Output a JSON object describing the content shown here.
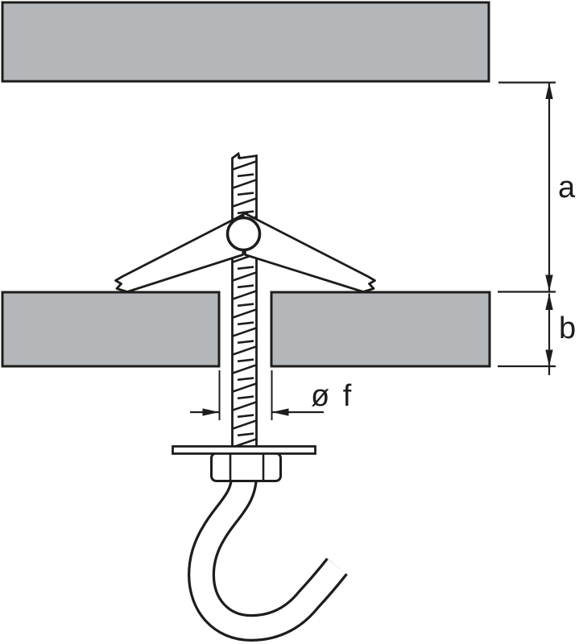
{
  "diagram": {
    "name": "toggle-hook-anchor-installation",
    "description": "Technical line drawing of a spring toggle fixing with ceiling hook mounted through a hollow panel",
    "labels": {
      "cavity_height": "a",
      "panel_thickness": "b",
      "drill_hole_diameter": "ø f"
    },
    "colors": {
      "panel_fill": "#b4b7b9",
      "line": "#1d1d1b",
      "background": "#ffffff"
    }
  }
}
